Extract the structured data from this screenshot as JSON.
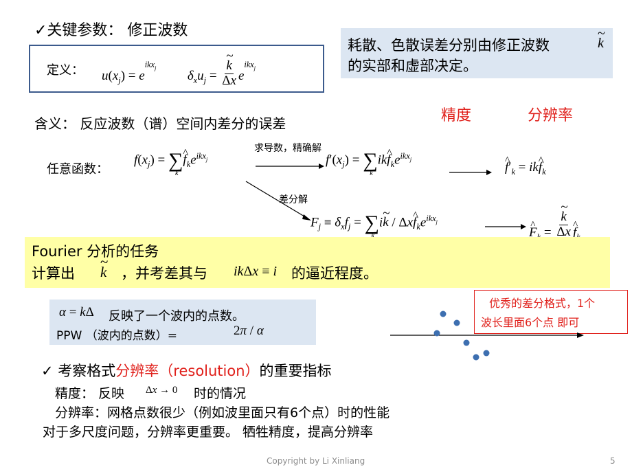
{
  "slide": {
    "heading": "✓关键参数： 修正波数",
    "definition": {
      "label": "定义："
    },
    "note_box": {
      "line1": "耗散、色散误差分别由修正波数",
      "line2": "的实部和虚部决定。"
    },
    "meaning": "含义： 反应波数（谱）空间内差分的误差",
    "accuracy_label": "精度",
    "resolution_label": "分辨率",
    "arbitrary_fn_label": "任意函数：",
    "arrow_exact_label": "求导数，精确解",
    "arrow_diff_label": "差分解",
    "fourier_box": {
      "line1": "Fourier 分析的任务",
      "line2_a": "计算出",
      "line2_b": "，并考差其与",
      "line2_c": "的逼近程度。"
    },
    "ppw_box": {
      "line1": "反映了一个波内的点数。",
      "line2": "PPW （波内的点数）="
    },
    "callout": {
      "line1": "优秀的差分格式，1个",
      "line2": "波长里面6个点 即可"
    },
    "resolution_heading": {
      "check": "✓ 考察格式",
      "highlight": "分辨率（resolution）",
      "rest": "的重要指标"
    },
    "accuracy_line": {
      "a": "精度： 反映",
      "b": "时的情况"
    },
    "resolution_line": "分辨率：网格点数很少（例如波里面只有6个点）时的性能",
    "multiscale_line": "对于多尺度问题，分辨率更重要。 牺牲精度，提高分辨率",
    "footer": "Copyright by Li Xinliang",
    "page_number": "5"
  },
  "colors": {
    "accent_red": "#e0201b",
    "yellow_box": "#ffffa6",
    "blue_box": "#dce6f2",
    "border_blue": "#3b5a8c",
    "point_blue": "#3d6fb0"
  },
  "icons": [
    "checkmark-icon",
    "arrow-right-icon",
    "sample-point-icon"
  ]
}
